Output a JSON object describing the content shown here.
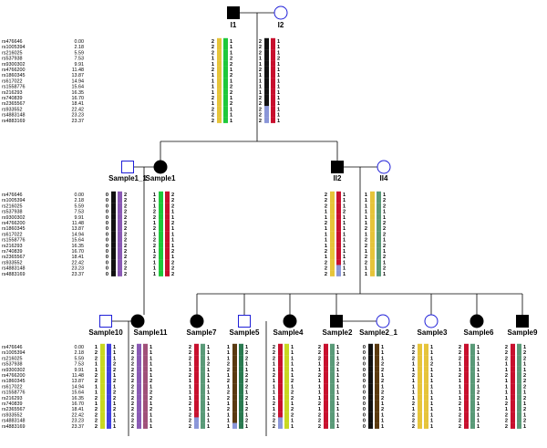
{
  "markers": [
    "rs476646",
    "rs1005394",
    "rs216025",
    "rs537938",
    "rs9300302",
    "rs4766200",
    "rs1860345",
    "rs617022",
    "rs1558776",
    "rs216293",
    "rs740839",
    "rs2365567",
    "rs933552",
    "rs4883148",
    "rs4883169"
  ],
  "positions": [
    "0.00",
    "2.18",
    "5.59",
    "7.53",
    "9.91",
    "11.48",
    "13.87",
    "14.94",
    "15.64",
    "16.35",
    "16.70",
    "18.41",
    "22.42",
    "23.23",
    "23.37"
  ],
  "colors": {
    "line": "#000000",
    "male_affected": "#000000",
    "female_unaffected": "#1f1fd8",
    "male_unaffected": "#1f1fd8",
    "yellow": "#e6c43a",
    "green": "#1ec83a",
    "black": "#111111",
    "red": "#c8102e",
    "lavender": "#8a96d8",
    "purple": "#8a5ab4",
    "blue": "#4040e0",
    "sage": "#5a9a78",
    "mauve": "#a0507a",
    "lime": "#c8d820",
    "brown": "#5a3a10",
    "darkgreen": "#2a7a50"
  },
  "individuals": [
    {
      "id": "I1",
      "label": "I1",
      "sex": "male",
      "affected": true,
      "hap1": "222112111121222",
      "hap2": "111221212212111",
      "bar1": [
        "yellow"
      ],
      "bar2": [
        "green"
      ]
    },
    {
      "id": "I2",
      "label": "I2",
      "sex": "female",
      "affected": false,
      "hap1": "222112111122222",
      "hap2": "111211111111111",
      "bar1": [
        "black",
        "black",
        "black",
        "black",
        "black",
        "black",
        "black",
        "black",
        "black",
        "black",
        "black",
        "black",
        "lavender",
        "lavender",
        "lavender"
      ],
      "bar2": [
        "red"
      ]
    },
    {
      "id": "S1_1",
      "label": "Sample1_1",
      "sex": "male",
      "affected": false,
      "hap1": "000000000000000",
      "hap2": "222222222222222",
      "bar1": [
        "black"
      ],
      "bar2": [
        "purple"
      ]
    },
    {
      "id": "S1",
      "label": "Sample1",
      "sex": "female",
      "affected": true,
      "hap1": "111221212212111",
      "hap2": "222112111121222",
      "bar1": [
        "green"
      ],
      "bar2": [
        "red"
      ]
    },
    {
      "id": "II2",
      "label": "II2",
      "sex": "male",
      "affected": true,
      "hap1": "222112111121222",
      "hap2": "111211111111111",
      "bar1": [
        "yellow"
      ],
      "bar2": [
        "red",
        "red",
        "red",
        "red",
        "red",
        "red",
        "red",
        "red",
        "red",
        "red",
        "red",
        "red",
        "red",
        "lavender",
        "lavender"
      ]
    },
    {
      "id": "II4",
      "label": "II4",
      "sex": "female",
      "affected": false,
      "hap1": "111111212212211",
      "hap2": "122112221212121",
      "bar1": [
        "yellow"
      ],
      "bar2": [
        "sage"
      ]
    },
    {
      "id": "S10",
      "label": "Sample10",
      "sex": "male",
      "affected": false,
      "hap1": "122112211212222",
      "hap2": "111221212212111",
      "bar1": [
        "lime"
      ],
      "bar2": [
        "blue"
      ]
    },
    {
      "id": "S11",
      "label": "Sample11",
      "sex": "female",
      "affected": true,
      "hap1": "222222222222222",
      "hap2": "111111212212111",
      "bar1": [
        "purple"
      ],
      "bar2": [
        "mauve"
      ]
    },
    {
      "id": "S7",
      "label": "Sample7",
      "sex": "female",
      "affected": true,
      "hap1": "222112111121222",
      "hap2": "111211111111111",
      "bar1": [
        "red",
        "red",
        "red",
        "red",
        "red",
        "red",
        "red",
        "red",
        "red",
        "red",
        "red",
        "red",
        "red",
        "lavender",
        "lavender"
      ],
      "bar2": [
        "sage"
      ]
    },
    {
      "id": "S5",
      "label": "Sample5",
      "sex": "male",
      "affected": false,
      "hap1": "111221212212111",
      "hap2": "122112221212121",
      "bar1": [
        "brown",
        "brown",
        "brown",
        "brown",
        "brown",
        "brown",
        "brown",
        "brown",
        "brown",
        "brown",
        "brown",
        "brown",
        "brown",
        "brown",
        "lavender"
      ],
      "bar2": [
        "darkgreen"
      ]
    },
    {
      "id": "S4",
      "label": "Sample4",
      "sex": "female",
      "affected": true,
      "hap1": "222112111121222",
      "hap2": "111111212212211",
      "bar1": [
        "red",
        "red",
        "red",
        "red",
        "red",
        "red",
        "red",
        "red",
        "red",
        "red",
        "red",
        "red",
        "red",
        "lavender",
        "lavender"
      ],
      "bar2": [
        "lime"
      ]
    },
    {
      "id": "S2",
      "label": "Sample2",
      "sex": "male",
      "affected": true,
      "hap1": "222112111121222",
      "hap2": "111211111111111",
      "bar1": [
        "red"
      ],
      "bar2": [
        "sage"
      ]
    },
    {
      "id": "S2_1",
      "label": "Sample2_1",
      "sex": "female",
      "affected": false,
      "hap1": "000000000000000",
      "hap2": "111221212212111",
      "bar1": [
        "black"
      ],
      "bar2": [
        "brown"
      ]
    },
    {
      "id": "S3",
      "label": "Sample3",
      "sex": "female",
      "affected": false,
      "hap1": "222112111121222",
      "hap2": "111211111111111",
      "bar1": [
        "yellow"
      ],
      "bar2": [
        "yellow"
      ]
    },
    {
      "id": "S6",
      "label": "Sample6",
      "sex": "female",
      "affected": true,
      "hap1": "222112111121222",
      "hap2": "111111212212111",
      "bar1": [
        "red"
      ],
      "bar2": [
        "sage"
      ]
    },
    {
      "id": "S9",
      "label": "Sample9",
      "sex": "male",
      "affected": true,
      "hap1": "222112111121222",
      "hap2": "122112221212121",
      "bar1": [
        "red"
      ],
      "bar2": [
        "sage"
      ]
    }
  ]
}
